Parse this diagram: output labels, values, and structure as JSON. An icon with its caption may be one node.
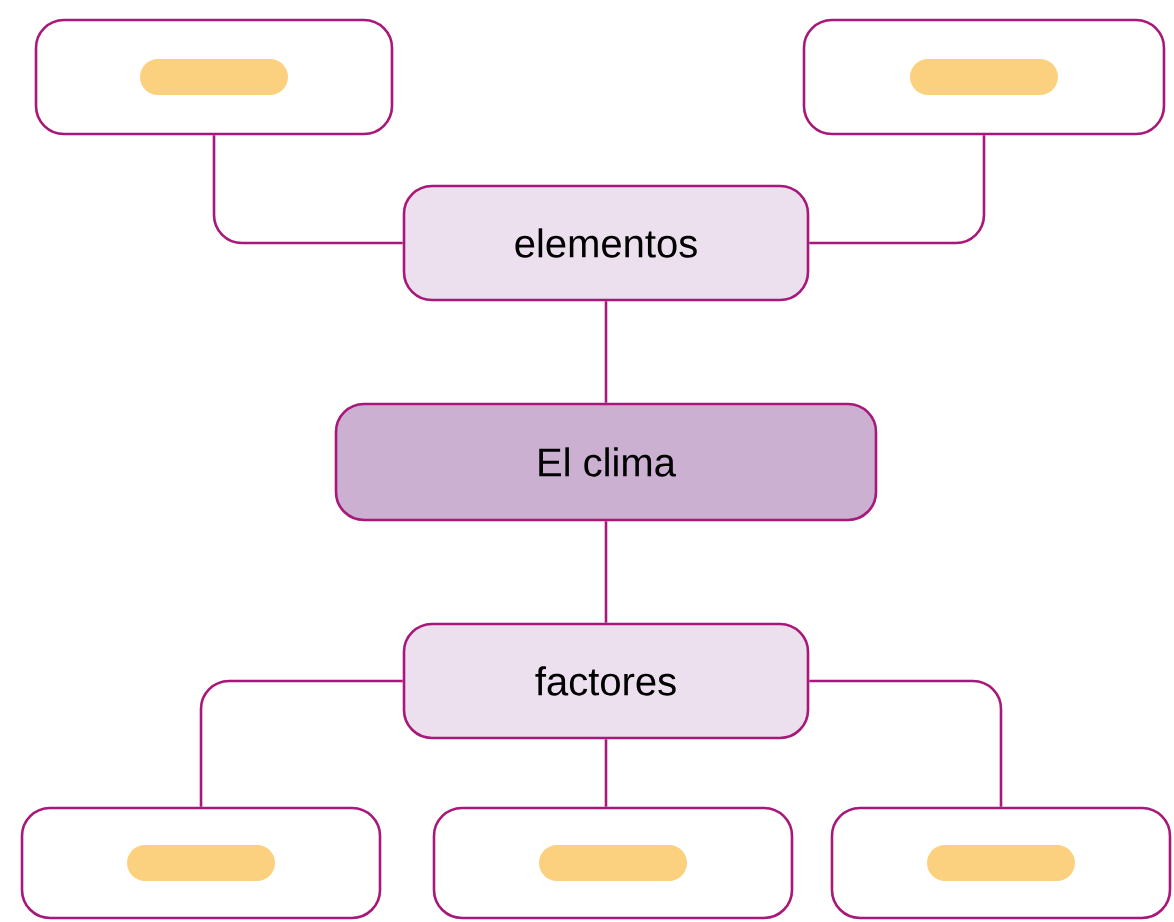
{
  "diagram": {
    "nodes": [
      {
        "text": [],
        "shape": "box"
      },
      {
        "text": [],
        "shape": "box"
      },
      {
        "text": [
          "elementos"
        ]
      },
      {
        "text": [
          "El clima"
        ]
      },
      {
        "text": [
          "factores"
        ]
      },
      {
        "text": [],
        "shape": "box"
      },
      {
        "text": [],
        "shape": "box"
      },
      {
        "text": [],
        "shape": "box"
      }
    ],
    "edges": [
      {
        "from": 2,
        "to": 0,
        "arrow": "none"
      },
      {
        "from": 2,
        "to": 1,
        "arrow": "none"
      },
      {
        "from": 3,
        "to": 2,
        "arrow": "none"
      },
      {
        "from": 3,
        "to": 4,
        "arrow": "none"
      },
      {
        "from": 4,
        "to": 5,
        "arrow": "none"
      },
      {
        "from": 4,
        "to": 6,
        "arrow": "none"
      },
      {
        "from": 4,
        "to": 7,
        "arrow": "none"
      }
    ]
  }
}
